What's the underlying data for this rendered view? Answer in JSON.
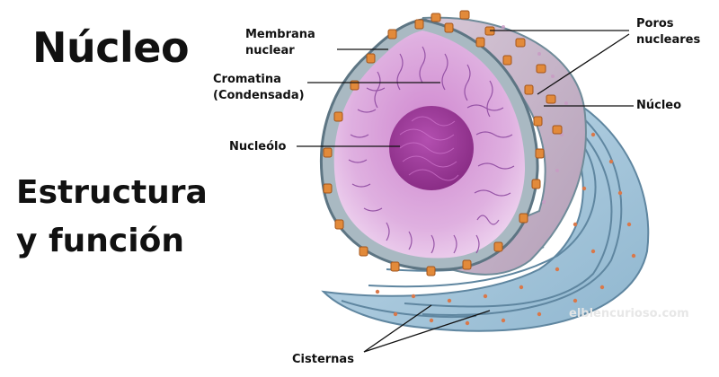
{
  "title": "Núcleo",
  "subtitle_line1": "Estructura",
  "subtitle_line2": "y función",
  "labels": {
    "membrana_line1": "Membrana",
    "membrana_line2": "nuclear",
    "cromatina_line1": "Cromatina",
    "cromatina_line2": "(Condensada)",
    "nucleolo": "Nucleólo",
    "poros_line1": "Poros",
    "poros_line2": "nucleares",
    "nucleo": "Núcleo",
    "cisternas": "Cisternas"
  },
  "watermark": "elblencurioso.com",
  "colors": {
    "nucleoplasm": "#d9a4de",
    "nucleolus": "#a23d9c",
    "envelope": "#8fa6b3",
    "reticulum": "#a9c9de",
    "pore": "#e28a3a"
  }
}
